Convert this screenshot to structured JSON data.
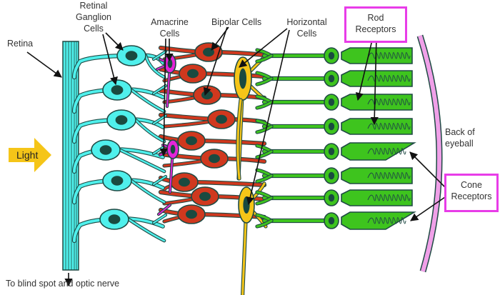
{
  "title": "Layers of the retina",
  "labels": {
    "retina": "Retina",
    "ganglion_line1": "Retinal",
    "ganglion_line2": "Ganglion",
    "ganglion_line3": "Cells",
    "amacrine_line1": "Amacrine",
    "amacrine_line2": "Cells",
    "bipolar": "Bipolar Cells",
    "horizontal_line1": "Horizontal",
    "horizontal_line2": "Cells",
    "rod_line1": "Rod",
    "rod_line2": "Receptors",
    "back_line1": "Back of",
    "back_line2": "eyeball",
    "cone_line1": "Cone",
    "cone_line2": "Receptors",
    "light": "Light",
    "optic_nerve": "To blind spot and optic nerve"
  },
  "colors": {
    "ganglion": "#4ff0ec",
    "amacrine": "#e424d8",
    "bipolar": "#d0381e",
    "horizontal": "#f5c518",
    "photoreceptor": "#3ec41e",
    "outline": "#1f4a44",
    "nucleus": "#1a4a40",
    "eyeball": "#f0a0e8",
    "highlight_box": "#e83ce8",
    "light_arrow": "#f5c518"
  },
  "photoreceptors": [
    {
      "type": "rod"
    },
    {
      "type": "rod"
    },
    {
      "type": "rod"
    },
    {
      "type": "rod"
    },
    {
      "type": "cone"
    },
    {
      "type": "rod"
    },
    {
      "type": "rod"
    },
    {
      "type": "cone"
    }
  ]
}
